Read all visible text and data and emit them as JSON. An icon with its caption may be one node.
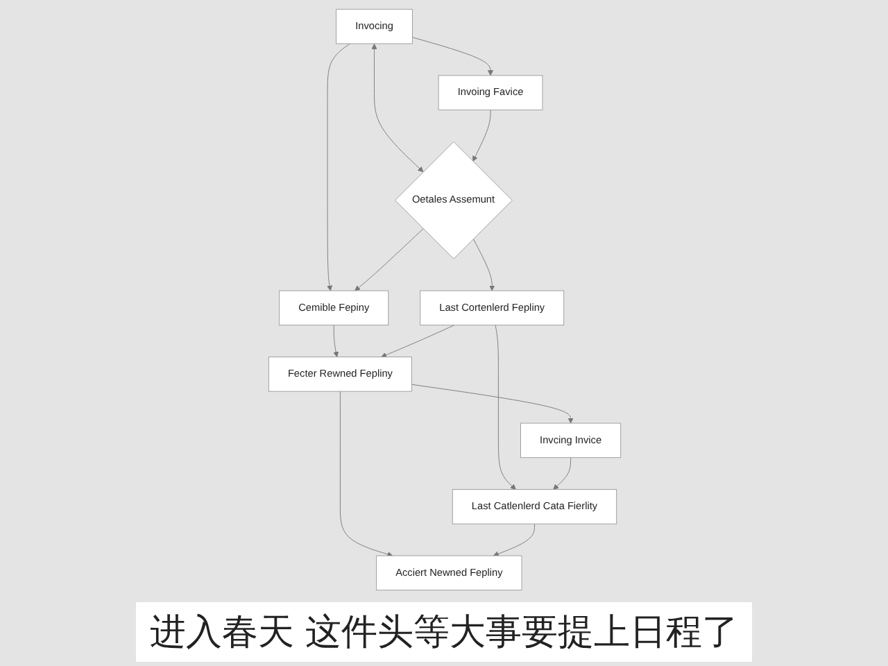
{
  "diagram": {
    "nodes": [
      {
        "text": [
          "Invocing"
        ]
      },
      {
        "text": [
          "Invoing Favice"
        ]
      },
      {
        "text": [
          "Oetales Assemunt"
        ]
      },
      {
        "text": [
          "Cemible Fepiny"
        ]
      },
      {
        "text": [
          "Last Cortenlerd Fepliny"
        ]
      },
      {
        "text": [
          "Fecter Rewned Fepliny"
        ]
      },
      {
        "text": [
          "Invcing Invice"
        ]
      },
      {
        "text": [
          "Last Catlenlerd Cata Fierlity"
        ]
      },
      {
        "text": [
          "Acciert Newned Fepliny"
        ]
      }
    ],
    "edges": [
      {
        "from": 0,
        "to": 2,
        "arrow": "both"
      },
      {
        "from": 0,
        "to": 1,
        "arrow": "to"
      },
      {
        "from": 0,
        "to": 3,
        "arrow": "to"
      },
      {
        "from": 1,
        "to": 2,
        "arrow": "to"
      },
      {
        "from": 2,
        "to": 3,
        "arrow": "to"
      },
      {
        "from": 2,
        "to": 4,
        "arrow": "to"
      },
      {
        "from": 3,
        "to": 5,
        "arrow": "to"
      },
      {
        "from": 4,
        "to": 5,
        "arrow": "to"
      },
      {
        "from": 4,
        "to": 7,
        "arrow": "to"
      },
      {
        "from": 5,
        "to": 6,
        "arrow": "to"
      },
      {
        "from": 5,
        "to": 8,
        "arrow": "to"
      },
      {
        "from": 6,
        "to": 7,
        "arrow": "to"
      },
      {
        "from": 7,
        "to": 8,
        "arrow": "to"
      }
    ],
    "labels": [
      "进入春天 这件头等大事要提上日程了"
    ]
  }
}
